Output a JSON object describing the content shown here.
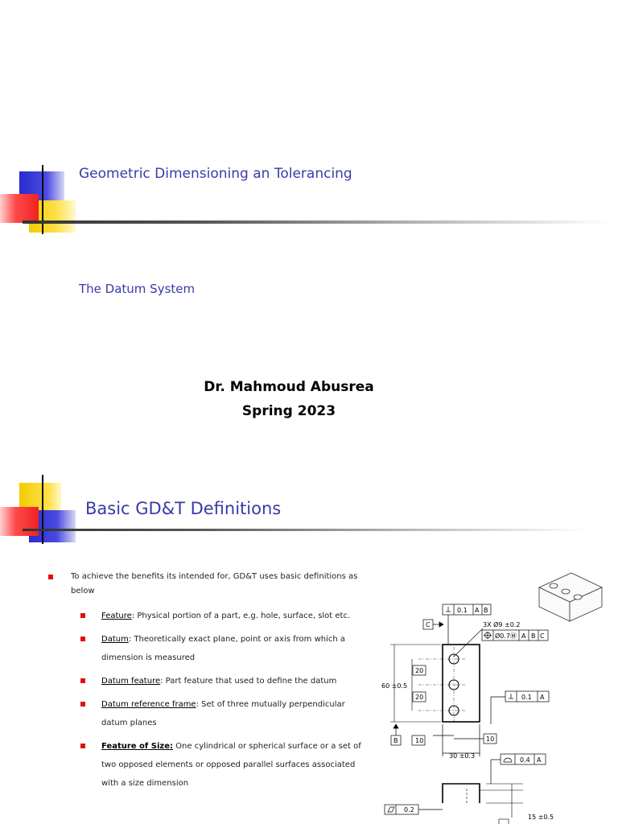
{
  "slide1": {
    "title": "Geometric Dimensioning an Tolerancing",
    "subtitle": "The Datum System",
    "author": "Dr. Mahmoud Abusrea",
    "term": "Spring 2023"
  },
  "slide2": {
    "title": "Basic GD&T Definitions",
    "intro": "To achieve the benefits its intended for, GD&T uses basic definitions as below",
    "items": [
      {
        "term": "Feature",
        "text": ": Physical portion of a part, e.g. hole, surface, slot etc."
      },
      {
        "term": "Datum",
        "text": ": Theoretically exact plane, point or axis from which a dimension is measured"
      },
      {
        "term": "Datum feature",
        "text": ": Part feature that used to define the datum"
      },
      {
        "term": "Datum reference frame",
        "text": ": Set of three mutually perpendicular datum planes"
      },
      {
        "term": "Feature of Size:",
        "text": " One cylindrical or spherical surface or a set of two opposed elements or opposed parallel surfaces associated with a size dimension"
      }
    ],
    "drawing": {
      "fcf_top": [
        "0.1",
        "A",
        "B"
      ],
      "datum_c": "C",
      "hole_callout": "3X Ø9 ±0.2",
      "position_fcf": [
        "Ø0.7Ⓜ",
        "A",
        "B",
        "C"
      ],
      "dim_height": "60 ±0.5",
      "dim_20a": "20",
      "dim_20b": "20",
      "fcf_perp": [
        "0.1",
        "A"
      ],
      "datum_b": "B",
      "dim_10a": "10",
      "dim_10b": "10",
      "dim_width": "30 ±0.3",
      "fcf_profile": [
        "0.4",
        "A"
      ],
      "fcf_flat": "0.2",
      "dim_15": "15 ±0.5"
    },
    "colors": {
      "accent": "#3a3aa8",
      "bullet": "#e01010"
    }
  }
}
